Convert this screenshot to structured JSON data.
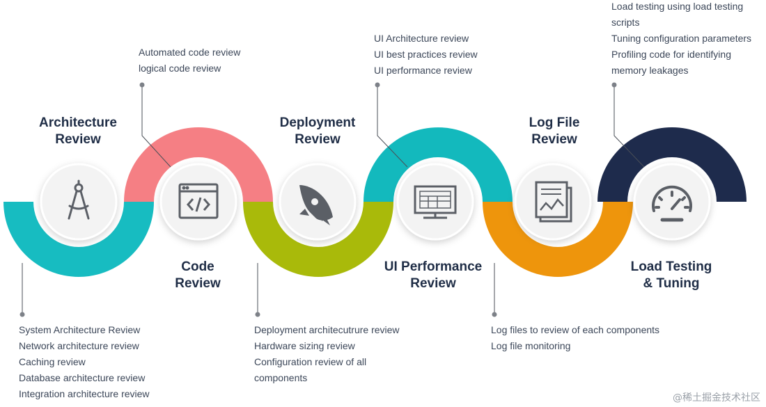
{
  "stages": [
    {
      "id": "architecture",
      "title_line1": "Architecture",
      "title_line2": "Review",
      "color": "#17bcc1",
      "details": [
        "System Architecture Review",
        "Network architecture review",
        "Caching review",
        "Database architecture  review",
        "Integration architecture review"
      ]
    },
    {
      "id": "code",
      "title_line1": "Code",
      "title_line2": "Review",
      "color": "#f57f84",
      "details": [
        "Automated code review",
        "logical code review"
      ]
    },
    {
      "id": "deployment",
      "title_line1": "Deployment",
      "title_line2": "Review",
      "color": "#a9ba0a",
      "details": [
        "Deployment architecutrure review",
        "Hardware sizing review",
        "Configuration review of all",
        "components"
      ]
    },
    {
      "id": "ui-performance",
      "title_line1": "UI Performance",
      "title_line2": "Review",
      "color": "#13b9bd",
      "details": [
        "UI Architecture review",
        "UI best practices review",
        "UI performance review"
      ]
    },
    {
      "id": "log-file",
      "title_line1": "Log File",
      "title_line2": "Review",
      "color": "#ee950c",
      "details": [
        "Log files to review of each components",
        "Log file monitoring"
      ]
    },
    {
      "id": "load-testing",
      "title_line1": "Load Testing",
      "title_line2": "& Tuning",
      "color": "#1e2b4c",
      "details": [
        "Load testing using load testing",
        "scripts",
        "Tuning configuration parameters",
        "Profiling code for identifying",
        "memory leakages"
      ]
    }
  ],
  "icons": [
    "compass-icon",
    "code-window-icon",
    "rocket-icon",
    "monitor-dashboard-icon",
    "log-report-icon",
    "speedometer-icon"
  ],
  "watermark": "@稀土掘金技术社区"
}
